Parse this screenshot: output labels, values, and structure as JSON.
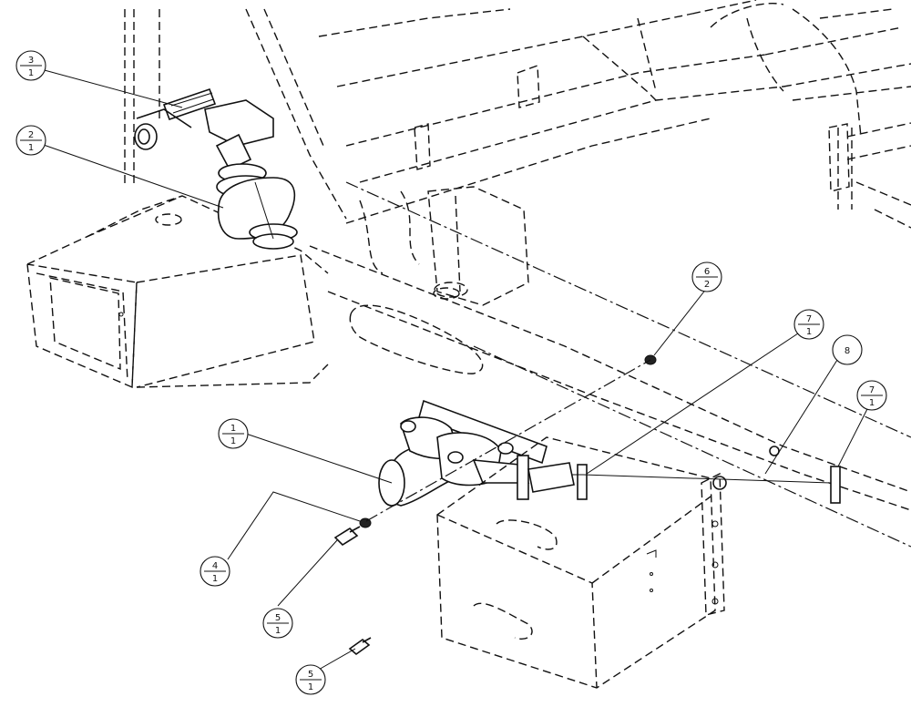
{
  "balloons": [
    {
      "id": "b3",
      "item": "3",
      "qty": "1"
    },
    {
      "id": "b2",
      "item": "2",
      "qty": "1"
    },
    {
      "id": "b6",
      "item": "6",
      "qty": "2"
    },
    {
      "id": "b7a",
      "item": "7",
      "qty": "1"
    },
    {
      "id": "b8",
      "item": "8",
      "qty": ""
    },
    {
      "id": "b7b",
      "item": "7",
      "qty": "1"
    },
    {
      "id": "b1",
      "item": "1",
      "qty": "1"
    },
    {
      "id": "b4",
      "item": "4",
      "qty": "1"
    },
    {
      "id": "b5a",
      "item": "5",
      "qty": "1"
    },
    {
      "id": "b5b",
      "item": "5",
      "qty": "1"
    }
  ]
}
